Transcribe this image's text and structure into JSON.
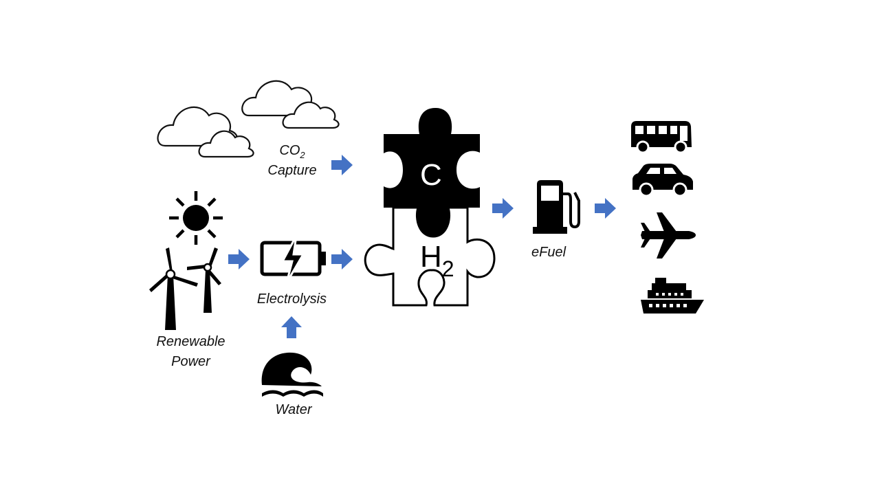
{
  "labels": {
    "co2_main": "CO",
    "co2_sub": "2",
    "capture": "Capture",
    "renewable_line1": "Renewable",
    "renewable_line2": "Power",
    "electrolysis": "Electrolysis",
    "water": "Water",
    "efuel": "eFuel"
  },
  "puzzle": {
    "carbon_letter": "C",
    "hydrogen_letter": "H",
    "hydrogen_sub": "2"
  },
  "colors": {
    "arrow": "#4472C4",
    "icon": "#000000",
    "background": "#FFFFFF"
  },
  "icons": [
    "cloud-icon",
    "sun-icon",
    "wind-turbine-icon",
    "battery-icon",
    "water-wave-icon",
    "puzzle-icon",
    "fuel-pump-icon",
    "bus-icon",
    "car-icon",
    "airplane-icon",
    "ship-icon"
  ]
}
